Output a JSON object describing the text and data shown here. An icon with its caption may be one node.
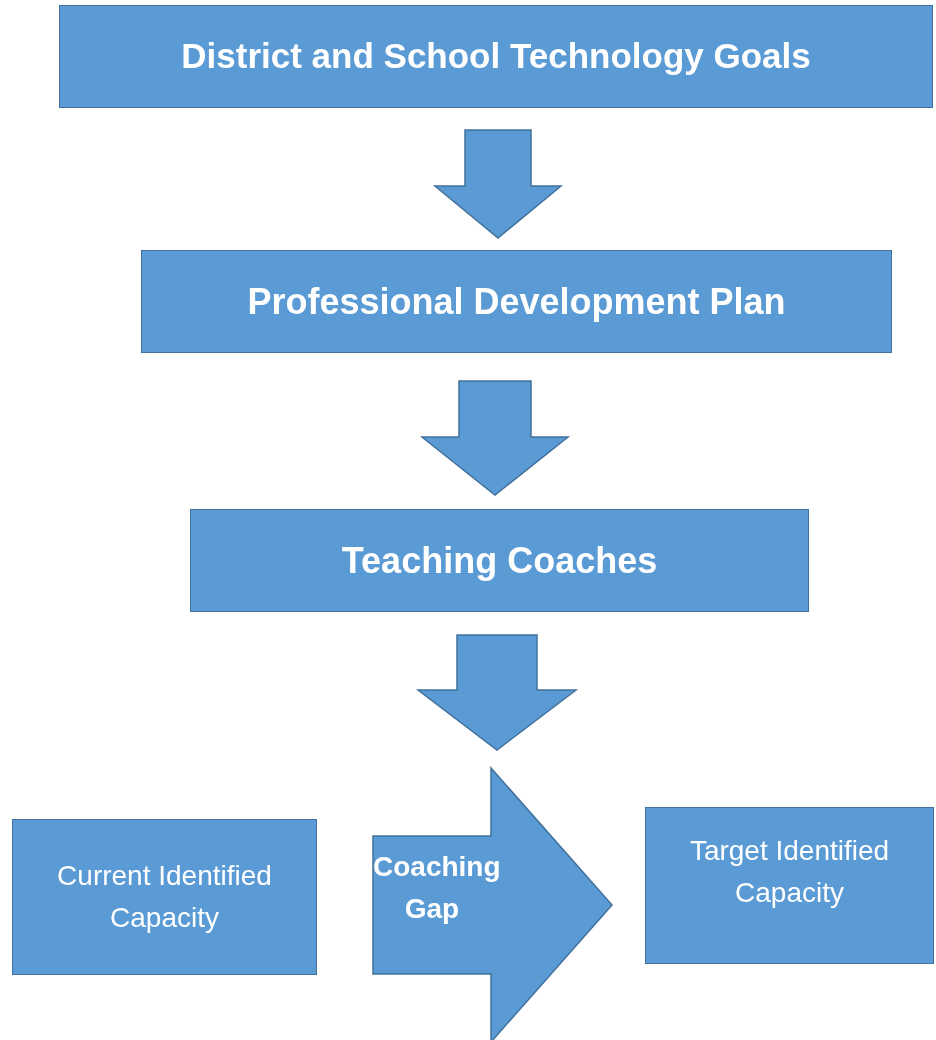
{
  "diagram": {
    "nodes": [
      {
        "text": [
          "District and School Technology Goals"
        ]
      },
      {
        "text": [
          "Professional Development Plan"
        ]
      },
      {
        "text": [
          "Teaching Coaches"
        ]
      },
      {
        "text": [
          "Current Identified Capacity"
        ]
      },
      {
        "text": [
          "Target Identified Capacity"
        ]
      }
    ],
    "edges": [
      {
        "from": 0,
        "to": 1,
        "arrow": "to"
      },
      {
        "from": 1,
        "to": 2,
        "arrow": "to"
      },
      {
        "from": 2,
        "to": null,
        "arrow": "to"
      },
      {
        "from": 3,
        "to": 4,
        "arrow": "to",
        "label": "Coaching Gap"
      }
    ]
  }
}
